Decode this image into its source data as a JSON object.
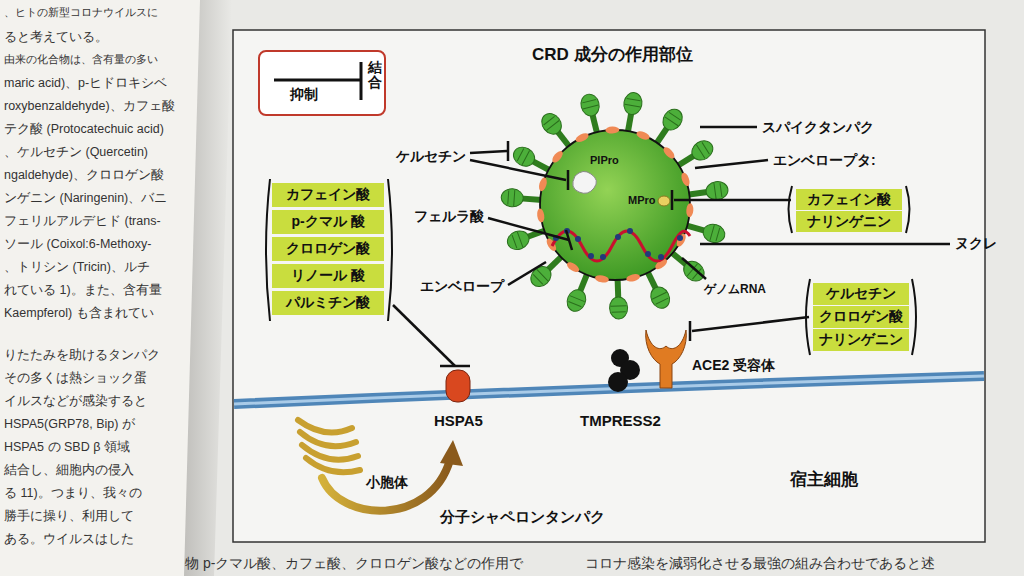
{
  "diagram": {
    "title": "CRD 成分の作用部位",
    "nodes": [
      {
        "text": [
          "抑制",
          "結合"
        ]
      },
      {
        "text": [
          "カフェイン酸"
        ]
      },
      {
        "text": [
          "p-クマル 酸"
        ]
      },
      {
        "text": [
          "クロロゲン酸"
        ]
      },
      {
        "text": [
          "リノール 酸"
        ]
      },
      {
        "text": [
          "パルミチン酸"
        ]
      },
      {
        "text": [
          "カフェイン酸"
        ]
      },
      {
        "text": [
          "ナリンゲニン"
        ]
      },
      {
        "text": [
          "ケルセチン"
        ]
      },
      {
        "text": [
          "クロロゲン酸"
        ]
      },
      {
        "text": [
          "ナリンゲニン"
        ]
      }
    ],
    "labels": [
      "、ヒトの新型コロナウイルスに",
      "ると考えている。",
      "由来の化合物は、含有量の多い",
      "maric acid)、p-ヒドロキシベ",
      "roxybenzaldehyde)、カフェ酸",
      "テク酸 (Protocatechuic acid)",
      "、ケルセチン (Quercetin)",
      "ngaldehyde)、クロロゲン酸",
      "ンゲニン (Naringenin)、バニ",
      "フェリルアルデヒド (trans-",
      "ソール (Coixol:6-Methoxy-",
      "、トリシン (Tricin)、ルチ",
      "れている 1)。また、含有量",
      "Kaempferol) も含まれてい",
      "りたたみを助けるタンパク",
      "その多くは熱ショック蛋",
      "イルスなどが感染すると",
      "HSPA5(GRP78, Bip) が",
      "HSPA5 の SBD β 領域",
      "結合し、細胞内の侵入",
      "る 11)。つまり、我々の",
      "勝手に操り、利用して",
      "ある。ウイルスはした",
      "スパイクタンパク",
      "エンベロープタ:",
      "ケルセチン",
      "PlPro",
      "MPro",
      "フェルラ酸",
      "ヌクレ",
      "エンベロープ",
      "ゲノムRNA",
      "HSPA5",
      "TMPRESS2",
      "ACE2 受容体",
      "宿主細胞",
      "小胞体",
      "分子シャペロンタンパク",
      "物 p-クマル酸、カフェ酸、クロロゲン酸などの作用で",
      "コロナ感染を減弱化させる最強の組み合わせであると述"
    ]
  }
}
